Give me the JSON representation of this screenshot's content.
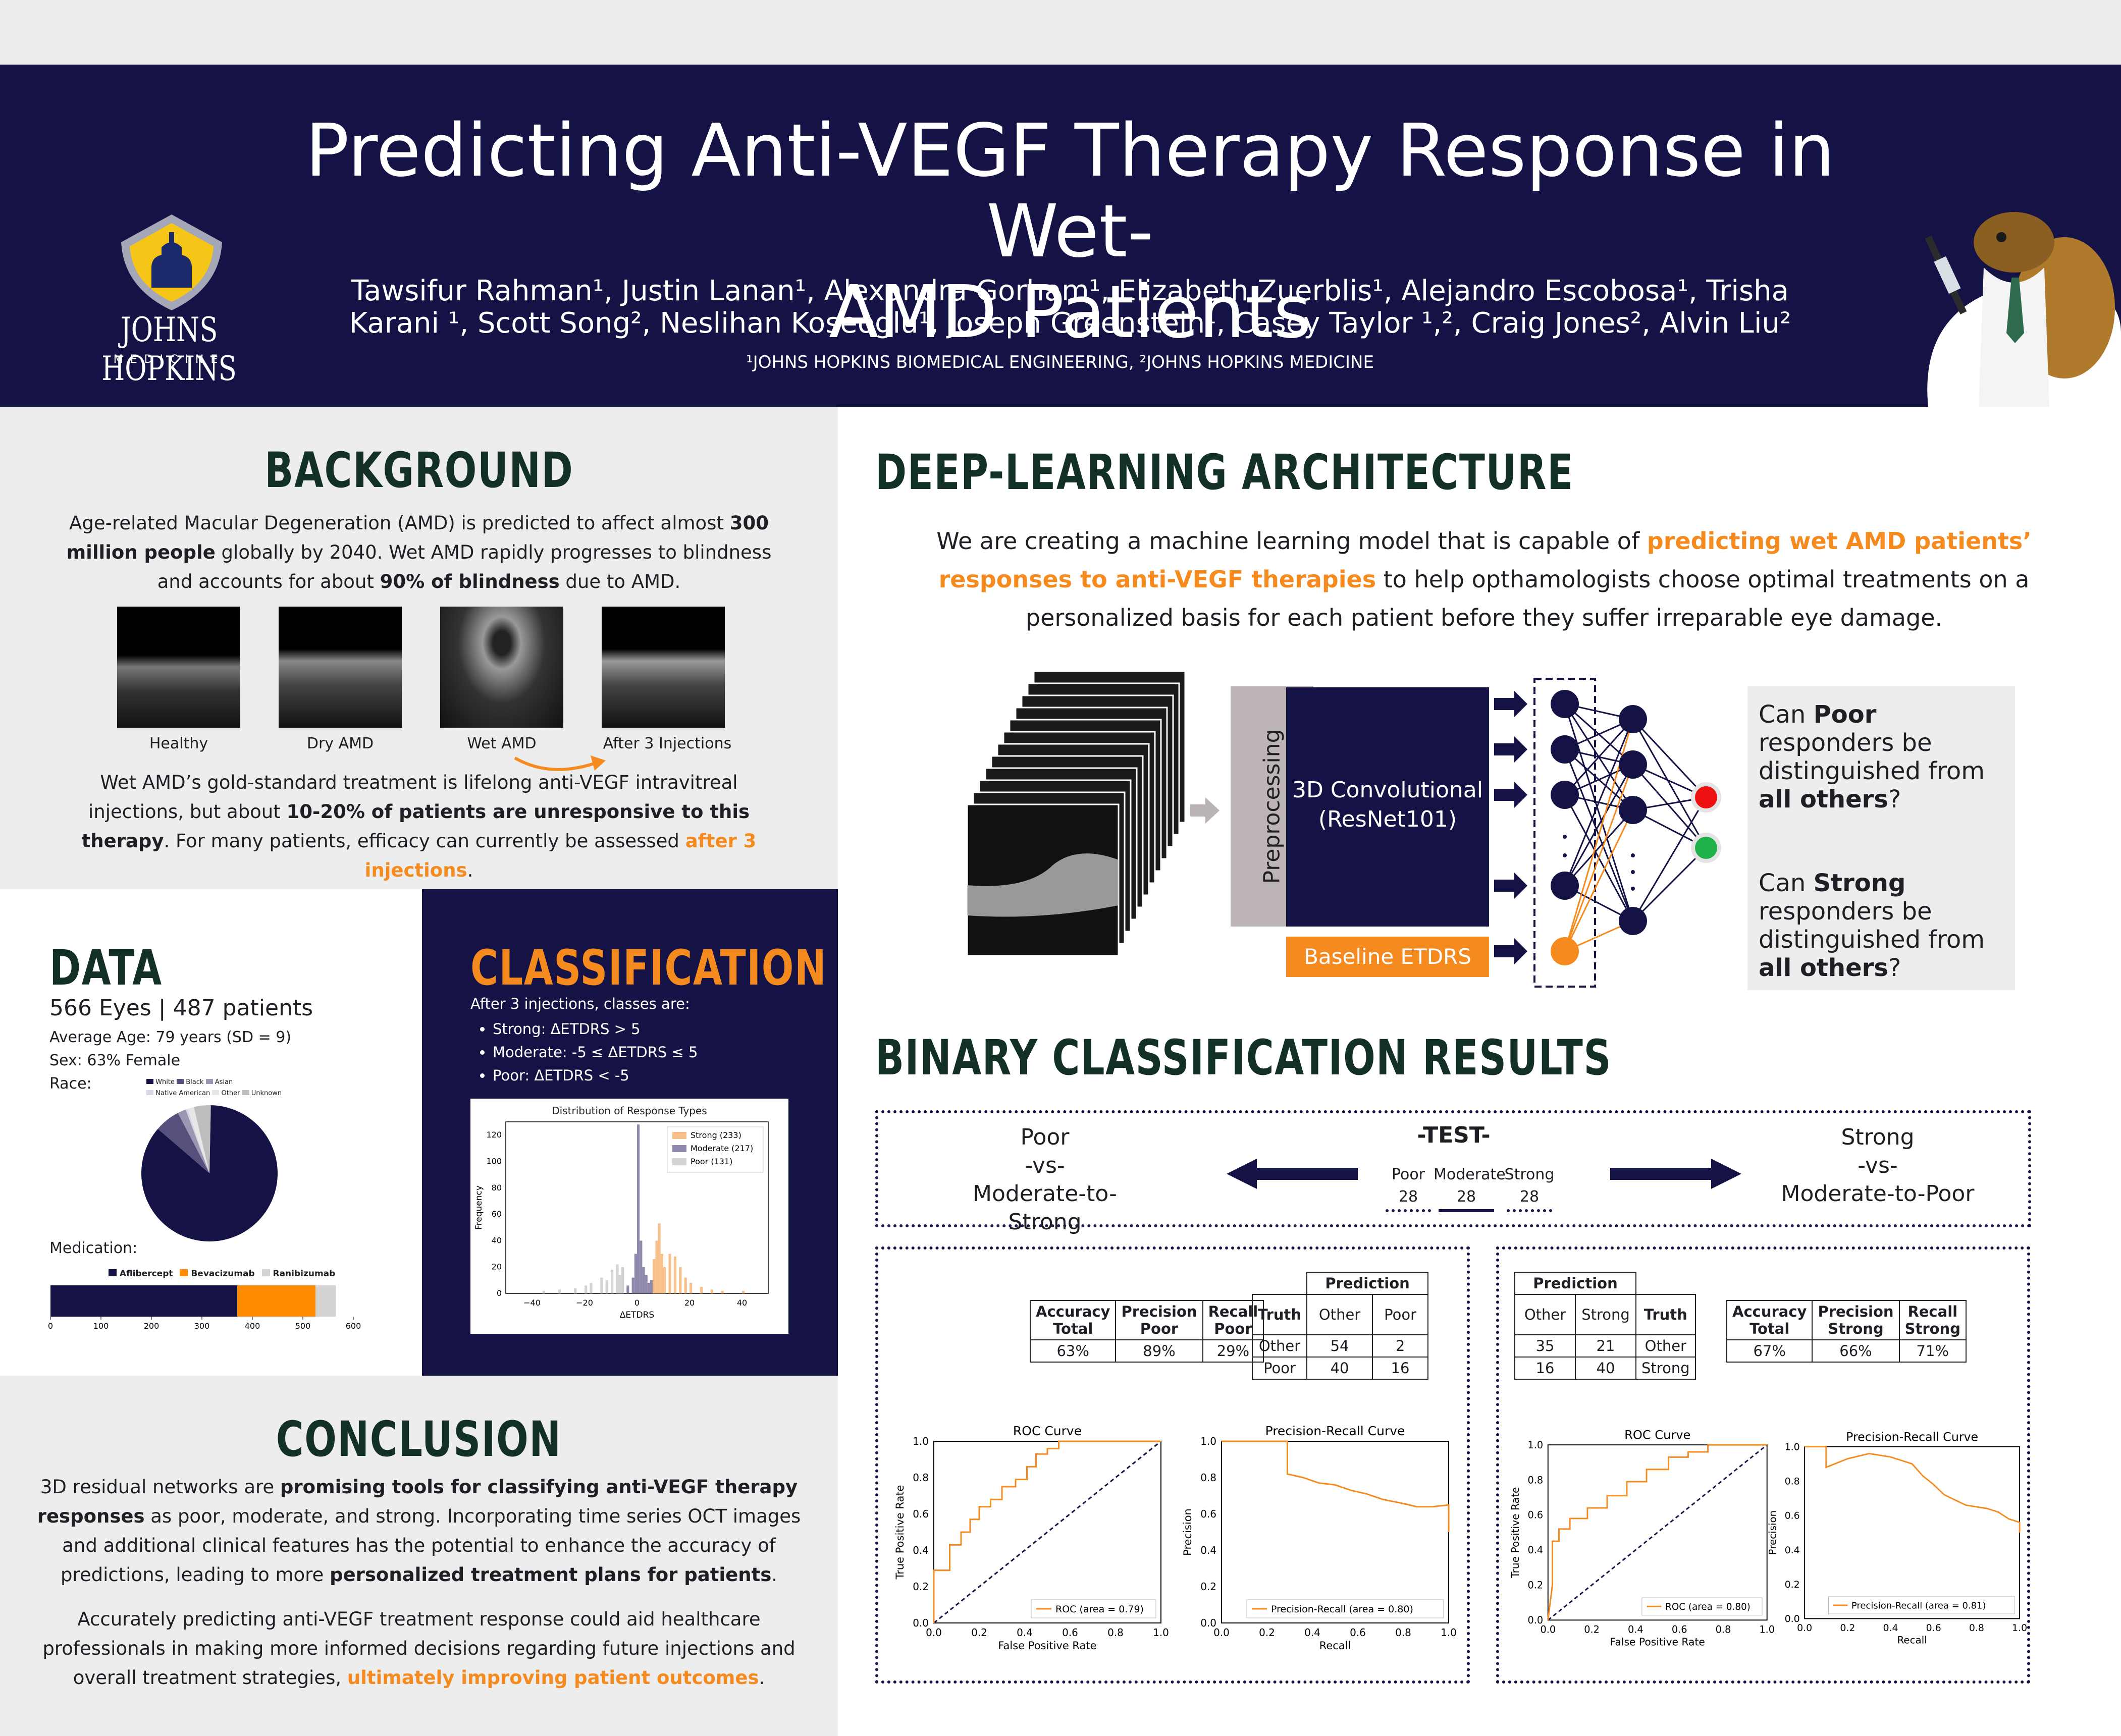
{
  "header": {
    "title_line1": "Predicting Anti-VEGF Therapy Response in Wet-",
    "title_line2": "AMD Patients",
    "authors_line1": "Tawsifur Rahman¹, Justin Lanan¹, Alexandra Gorham¹, Elizabeth Zuerblis¹, Alejandro Escobosa¹, Trisha",
    "authors_line2": "Karani ¹, Scott Song², Neslihan Koseoglu¹, Joseph Greenstein¹, Casey Taylor ¹,², Craig Jones², Alvin Liu²",
    "affiliations": "¹JOHNS HOPKINS BIOMEDICAL ENGINEERING,  ²JOHNS HOPKINS MEDICINE",
    "logo_line1": "JOHNS HOPKINS",
    "logo_line2": "MEDICINE"
  },
  "background": {
    "heading": "BACKGROUND",
    "p1_a": "Age-related Macular Degeneration (AMD) is predicted to affect almost ",
    "p1_b": "300 million people",
    "p1_c": " globally by 2040. Wet AMD rapidly progresses to blindness and accounts for about ",
    "p1_d": "90% of blindness",
    "p1_e": " due to AMD.",
    "images": [
      "Healthy",
      "Dry AMD",
      "Wet AMD",
      "After 3 Injections"
    ],
    "p2_a": "Wet AMD’s gold-standard treatment is lifelong anti-VEGF intravitreal injections, but about ",
    "p2_b": "10-20% of patients are unresponsive to this therapy",
    "p2_c": ". For many patients, efficacy can currently be assessed ",
    "p2_d": "after 3 injections",
    "p2_e": "."
  },
  "data_section": {
    "heading": "DATA",
    "summary": "566 Eyes | 487 patients",
    "age": "Average Age: 79 years (SD = 9)",
    "sex": "Sex: 63% Female",
    "race_label": "Race:",
    "race_legend": [
      "White",
      "Black",
      "Asian",
      "Native American",
      "Other",
      "Unknown"
    ],
    "race_values": [
      86,
      6,
      2,
      0.5,
      1.5,
      4
    ],
    "race_colors": [
      "#151245",
      "#56507c",
      "#9b97b3",
      "#d9d6e6",
      "#e7e7e7",
      "#bdbdbd"
    ],
    "medication_label": "Medication:",
    "med_legend": [
      "Aflibercept",
      "Bevacizumab",
      "Ranibizumab"
    ],
    "med_values": [
      370,
      155,
      40
    ],
    "med_colors": [
      "#151245",
      "#ff8c00",
      "#d3d3d3"
    ],
    "med_ticks": [
      "0",
      "100",
      "200",
      "300",
      "400",
      "500",
      "600"
    ]
  },
  "classification": {
    "heading": "CLASSIFICATION",
    "intro": "After 3 injections, classes are:",
    "items": [
      "Strong: ΔETDRS > 5",
      "Moderate: -5 ≤ ΔETDRS ≤ 5",
      "Poor: ΔETDRS < -5"
    ],
    "chart_title": "Distribution of Response Types",
    "legend": [
      "Strong (233)",
      "Moderate (217)",
      "Poor (131)"
    ],
    "xlabel": "ΔETDRS",
    "ylabel": "Frequency",
    "xticks": [
      "−40",
      "−20",
      "0",
      "20",
      "40"
    ],
    "yticks": [
      "0",
      "20",
      "40",
      "60",
      "80",
      "100",
      "120"
    ]
  },
  "architecture": {
    "heading": "DEEP-LEARNING ARCHITECTURE",
    "p_a": "We are creating a machine learning model that is capable of ",
    "p_b": "predicting wet AMD patients’ responses to anti-VEGF therapies",
    "p_c": " to help opthamologists choose optimal treatments on a personalized basis for each patient before they suffer irreparable eye damage.",
    "preprocessing": "Preprocessing",
    "conv_line1": "3D Convolutional",
    "conv_line2": "(ResNet101)",
    "baseline": "Baseline ETDRS",
    "q1_a": "Can ",
    "q1_b": "Poor",
    "q1_c": " responders be distinguished from ",
    "q1_d": "all others",
    "q1_e": "?",
    "q2_a": "Can ",
    "q2_b": "Strong",
    "q2_c": " responders be distinguished from ",
    "q2_d": "all others",
    "q2_e": "?"
  },
  "results": {
    "heading": "BINARY CLASSIFICATION RESULTS",
    "left_title": [
      "Poor",
      "-vs-",
      "Moderate-to-Strong"
    ],
    "right_title": [
      "Strong",
      "-vs-",
      "Moderate-to-Poor"
    ],
    "test_label": "-TEST-",
    "test_classes": [
      "Poor",
      "Moderate",
      "Strong"
    ],
    "test_counts": [
      "28",
      "28",
      "28"
    ],
    "left_metrics": {
      "headers": [
        "Accuracy Total",
        "Precision Poor",
        "Recall Poor"
      ],
      "values": [
        "63%",
        "89%",
        "29%"
      ]
    },
    "left_confusion": {
      "prediction": "Prediction",
      "truth": "Truth",
      "cols": [
        "Other",
        "Poor"
      ],
      "rows": [
        [
          "Other",
          "54",
          "2"
        ],
        [
          "Poor",
          "40",
          "16"
        ]
      ]
    },
    "right_metrics": {
      "headers": [
        "Accuracy Total",
        "Precision Strong",
        "Recall Strong"
      ],
      "values": [
        "67%",
        "66%",
        "71%"
      ]
    },
    "right_confusion": {
      "prediction": "Prediction",
      "truth": "Truth",
      "cols": [
        "Other",
        "Strong"
      ],
      "rows": [
        [
          "35",
          "21",
          "Other"
        ],
        [
          "16",
          "40",
          "Strong"
        ]
      ]
    }
  },
  "chart_data": [
    {
      "type": "line",
      "title": "ROC Curve",
      "xlabel": "False Positive Rate",
      "ylabel": "True Positive Rate",
      "xlim": [
        0,
        1
      ],
      "ylim": [
        0,
        1
      ],
      "legend": "ROC (area = 0.79)",
      "x": [
        0,
        0,
        0.07,
        0.07,
        0.12,
        0.12,
        0.16,
        0.16,
        0.2,
        0.2,
        0.25,
        0.25,
        0.3,
        0.3,
        0.36,
        0.36,
        0.41,
        0.41,
        0.45,
        0.45,
        0.5,
        0.5,
        0.55,
        0.55,
        1.0
      ],
      "y": [
        0,
        0.29,
        0.29,
        0.43,
        0.43,
        0.5,
        0.5,
        0.57,
        0.57,
        0.64,
        0.64,
        0.68,
        0.68,
        0.75,
        0.75,
        0.79,
        0.79,
        0.86,
        0.86,
        0.93,
        0.93,
        0.96,
        0.96,
        1.0,
        1.0
      ]
    },
    {
      "type": "line",
      "title": "Precision-Recall Curve",
      "xlabel": "Recall",
      "ylabel": "Precision",
      "xlim": [
        0,
        1
      ],
      "ylim": [
        0,
        1
      ],
      "legend": "Precision-Recall (area = 0.80)",
      "x": [
        0,
        0.29,
        0.29,
        0.36,
        0.43,
        0.5,
        0.57,
        0.64,
        0.71,
        0.79,
        0.86,
        0.93,
        1.0,
        1.0
      ],
      "y": [
        1.0,
        1.0,
        0.82,
        0.8,
        0.77,
        0.76,
        0.73,
        0.71,
        0.68,
        0.66,
        0.64,
        0.64,
        0.65,
        0.5
      ]
    },
    {
      "type": "line",
      "title": "ROC Curve",
      "xlabel": "False Positive Rate",
      "ylabel": "True Positive Rate",
      "xlim": [
        0,
        1
      ],
      "ylim": [
        0,
        1
      ],
      "legend": "ROC (area = 0.80)",
      "x": [
        0,
        0.02,
        0.02,
        0.05,
        0.05,
        0.1,
        0.1,
        0.18,
        0.18,
        0.27,
        0.27,
        0.36,
        0.36,
        0.45,
        0.45,
        0.55,
        0.55,
        0.64,
        0.64,
        0.73,
        0.73,
        1.0
      ],
      "y": [
        0,
        0.2,
        0.45,
        0.45,
        0.52,
        0.52,
        0.58,
        0.58,
        0.64,
        0.64,
        0.71,
        0.71,
        0.79,
        0.79,
        0.86,
        0.86,
        0.93,
        0.93,
        0.96,
        0.96,
        1.0,
        1.0
      ]
    },
    {
      "type": "line",
      "title": "Precision-Recall Curve",
      "xlabel": "Recall",
      "ylabel": "Precision",
      "xlim": [
        0,
        1
      ],
      "ylim": [
        0,
        1
      ],
      "legend": "Precision-Recall (area = 0.81)",
      "x": [
        0,
        0.1,
        0.1,
        0.2,
        0.3,
        0.4,
        0.5,
        0.55,
        0.6,
        0.65,
        0.7,
        0.75,
        0.8,
        0.85,
        0.9,
        0.95,
        1.0,
        1.0
      ],
      "y": [
        1.0,
        1.0,
        0.88,
        0.93,
        0.96,
        0.94,
        0.9,
        0.83,
        0.78,
        0.72,
        0.69,
        0.66,
        0.65,
        0.64,
        0.62,
        0.58,
        0.56,
        0.5
      ]
    }
  ],
  "conclusion": {
    "heading": "CONCLUSION",
    "p1_a": "3D residual networks are ",
    "p1_b": "promising tools for classifying anti-VEGF therapy responses",
    "p1_c": " as poor, moderate, and strong. Incorporating time series OCT images and additional clinical features has the potential to enhance the accuracy of predictions, leading to more ",
    "p1_d": "personalized treatment plans for patients",
    "p1_e": ".",
    "p2_a": "Accurately predicting anti-VEGF treatment response could aid healthcare professionals in making more informed decisions regarding future injections and overall treatment strategies, ",
    "p2_b": "ultimately improving patient outcomes",
    "p2_c": "."
  }
}
